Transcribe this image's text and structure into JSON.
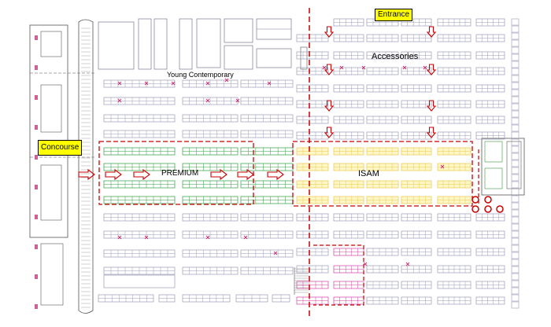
{
  "labels": {
    "entrance": "Entrance",
    "concourse": "Concourse",
    "young_contemporary": "Young Contemporary",
    "accessories": "Accessories",
    "premium": "PREMIUM",
    "isam": "ISAM"
  },
  "colors": {
    "booth_outline": "#9a9ab8",
    "booth_filled": "#b8cce4",
    "premium_booth": "#2e9e3e",
    "isam_booth": "#e8c84a",
    "isam_fill": "#fff7c8",
    "highlight_booth": "#d040a0",
    "zone_dash": "#cc0000",
    "arrow_red": "#cc0000",
    "label_bg": "#ffff00",
    "structure": "#555555"
  },
  "icons": {
    "flow_arrow": "arrow-icon",
    "booth_marker": "booth-marker-icon",
    "circle_marker": "circle-marker-icon"
  }
}
